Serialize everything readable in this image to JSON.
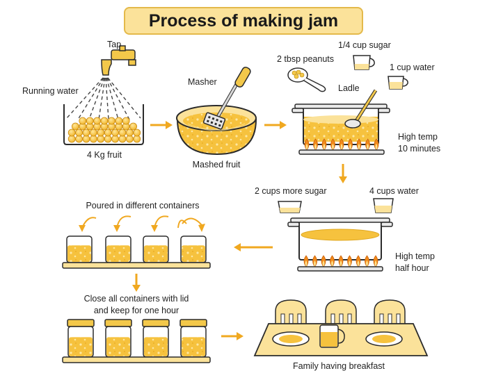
{
  "title": "Process of making jam",
  "labels": {
    "tap": "Tap",
    "running_water": "Running water",
    "fruit_weight": "4 Kg fruit",
    "masher": "Masher",
    "mashed_fruit": "Mashed fruit",
    "peanuts": "2 tbsp peanuts",
    "sugar_quarter": "1/4 cup sugar",
    "water_one": "1 cup water",
    "ladle": "Ladle",
    "high_temp_1_line1": "High temp",
    "high_temp_1_line2": "10 minutes",
    "more_sugar": "2 cups more sugar",
    "water_four": "4 cups water",
    "high_temp_2_line1": "High temp",
    "high_temp_2_line2": "half hour",
    "poured": "Poured in different containers",
    "close_line1": "Close all containers with lid",
    "close_line2": "and keep for one hour",
    "breakfast": "Family having breakfast"
  },
  "colors": {
    "jam": "#f6c23e",
    "jam_light": "#fbe29a",
    "arrow": "#f0a820",
    "outline": "#2b2b2b",
    "flame": "#f28a1a"
  },
  "icons": [
    "tap-icon",
    "water-spray-icon",
    "fruit-basin-icon",
    "mashing-bowl-icon",
    "masher-icon",
    "spoon-peanuts-icon",
    "sugar-cup-icon",
    "water-cup-icon",
    "cooking-pot-icon",
    "ladle-icon",
    "burner-flame-icon",
    "large-pot-icon",
    "open-jar-icon",
    "lidded-jar-icon",
    "breakfast-table-icon",
    "chair-icon",
    "plate-icon",
    "mug-icon",
    "step-arrow-icon"
  ]
}
